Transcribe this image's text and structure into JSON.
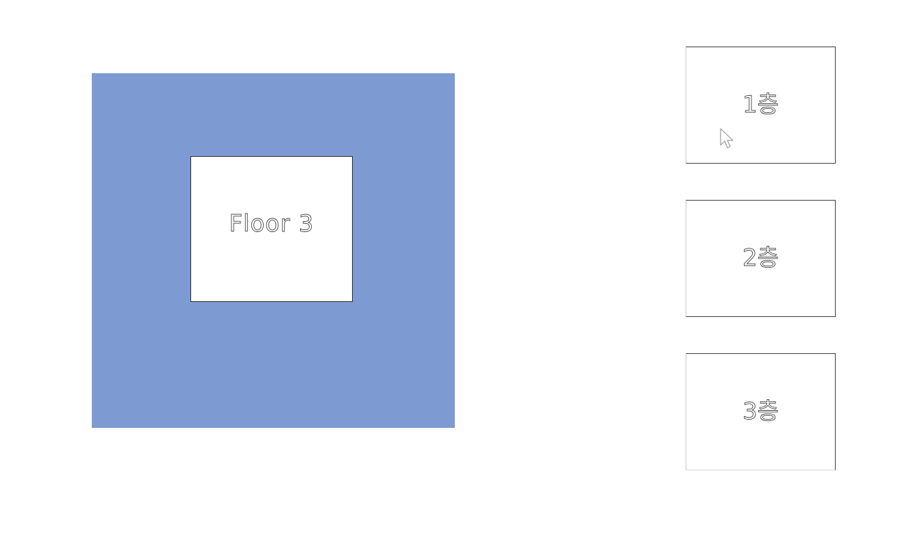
{
  "main_view": {
    "background_color": "#7d9bd2",
    "selected_floor_label": "Floor 3"
  },
  "floor_buttons": [
    {
      "label": "1층"
    },
    {
      "label": "2층"
    },
    {
      "label": "3층"
    }
  ],
  "cursor": {
    "icon": "arrow-cursor-icon"
  }
}
